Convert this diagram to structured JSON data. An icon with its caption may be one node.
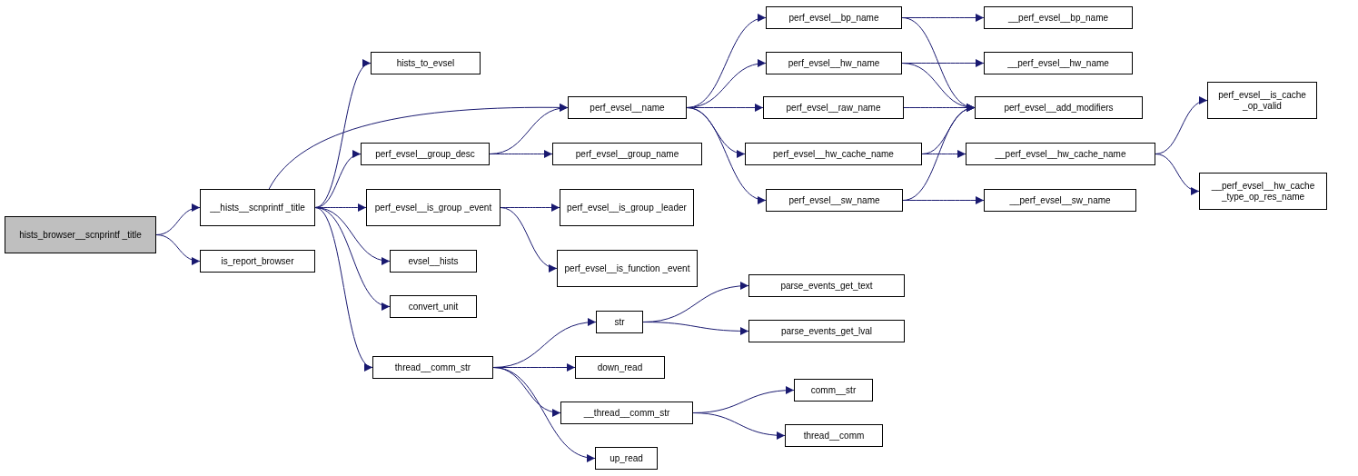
{
  "diagram": {
    "nodes": [
      {
        "text": [
          "hists_browser__scnprintf _title"
        ]
      },
      {
        "text": [
          "__hists__scnprintf _title"
        ]
      },
      {
        "text": [
          "is_report_browser"
        ]
      },
      {
        "text": [
          "hists_to_evsel"
        ]
      },
      {
        "text": [
          "perf_evsel__name"
        ]
      },
      {
        "text": [
          "perf_evsel__group_desc"
        ]
      },
      {
        "text": [
          "perf_evsel__is_group _event"
        ]
      },
      {
        "text": [
          "evsel__hists"
        ]
      },
      {
        "text": [
          "convert_unit"
        ]
      },
      {
        "text": [
          "thread__comm_str"
        ]
      },
      {
        "text": [
          "perf_evsel__bp_name"
        ]
      },
      {
        "text": [
          "perf_evsel__hw_name"
        ]
      },
      {
        "text": [
          "perf_evsel__raw_name"
        ]
      },
      {
        "text": [
          "perf_evsel__hw_cache_name"
        ]
      },
      {
        "text": [
          "perf_evsel__sw_name"
        ]
      },
      {
        "text": [
          "perf_evsel__group_name"
        ]
      },
      {
        "text": [
          "perf_evsel__is_group _leader"
        ]
      },
      {
        "text": [
          "perf_evsel__is_function _event"
        ]
      },
      {
        "text": [
          "str"
        ]
      },
      {
        "text": [
          "down_read"
        ]
      },
      {
        "text": [
          "__thread__comm_str"
        ]
      },
      {
        "text": [
          "up_read"
        ]
      },
      {
        "text": [
          "__perf_evsel__bp_name"
        ]
      },
      {
        "text": [
          "__perf_evsel__hw_name"
        ]
      },
      {
        "text": [
          "perf_evsel__add_modifiers"
        ]
      },
      {
        "text": [
          "__perf_evsel__hw_cache_name"
        ]
      },
      {
        "text": [
          "__perf_evsel__sw_name"
        ]
      },
      {
        "text": [
          "perf_evsel__is_cache _op_valid"
        ]
      },
      {
        "text": [
          "__perf_evsel__hw_cache _type_op_res_name"
        ]
      },
      {
        "text": [
          "parse_events_get_text"
        ]
      },
      {
        "text": [
          "parse_events_get_lval"
        ]
      },
      {
        "text": [
          "comm__str"
        ]
      },
      {
        "text": [
          "thread__comm"
        ]
      }
    ],
    "edges": [
      {
        "from": 0,
        "to": 1,
        "arrow": "to"
      },
      {
        "from": 0,
        "to": 2,
        "arrow": "to"
      },
      {
        "from": 1,
        "to": 3,
        "arrow": "to"
      },
      {
        "from": 1,
        "to": 4,
        "arrow": "to"
      },
      {
        "from": 1,
        "to": 5,
        "arrow": "to"
      },
      {
        "from": 1,
        "to": 6,
        "arrow": "to"
      },
      {
        "from": 1,
        "to": 7,
        "arrow": "to"
      },
      {
        "from": 1,
        "to": 8,
        "arrow": "to"
      },
      {
        "from": 1,
        "to": 9,
        "arrow": "to"
      },
      {
        "from": 4,
        "to": 10,
        "arrow": "to"
      },
      {
        "from": 4,
        "to": 11,
        "arrow": "to"
      },
      {
        "from": 4,
        "to": 12,
        "arrow": "to"
      },
      {
        "from": 4,
        "to": 13,
        "arrow": "to"
      },
      {
        "from": 4,
        "to": 14,
        "arrow": "to"
      },
      {
        "from": 5,
        "to": 4,
        "arrow": "to"
      },
      {
        "from": 5,
        "to": 15,
        "arrow": "to"
      },
      {
        "from": 6,
        "to": 16,
        "arrow": "to"
      },
      {
        "from": 6,
        "to": 17,
        "arrow": "to"
      },
      {
        "from": 9,
        "to": 18,
        "arrow": "to"
      },
      {
        "from": 9,
        "to": 19,
        "arrow": "to"
      },
      {
        "from": 9,
        "to": 20,
        "arrow": "to"
      },
      {
        "from": 9,
        "to": 21,
        "arrow": "to"
      },
      {
        "from": 10,
        "to": 22,
        "arrow": "to"
      },
      {
        "from": 10,
        "to": 24,
        "arrow": "to"
      },
      {
        "from": 11,
        "to": 23,
        "arrow": "to"
      },
      {
        "from": 11,
        "to": 24,
        "arrow": "to"
      },
      {
        "from": 12,
        "to": 24,
        "arrow": "to"
      },
      {
        "from": 13,
        "to": 24,
        "arrow": "to"
      },
      {
        "from": 13,
        "to": 25,
        "arrow": "to"
      },
      {
        "from": 14,
        "to": 24,
        "arrow": "to"
      },
      {
        "from": 14,
        "to": 26,
        "arrow": "to"
      },
      {
        "from": 25,
        "to": 27,
        "arrow": "to"
      },
      {
        "from": 25,
        "to": 28,
        "arrow": "to"
      },
      {
        "from": 18,
        "to": 29,
        "arrow": "to"
      },
      {
        "from": 18,
        "to": 30,
        "arrow": "to"
      },
      {
        "from": 20,
        "to": 31,
        "arrow": "to"
      },
      {
        "from": 20,
        "to": 32,
        "arrow": "to"
      }
    ]
  }
}
